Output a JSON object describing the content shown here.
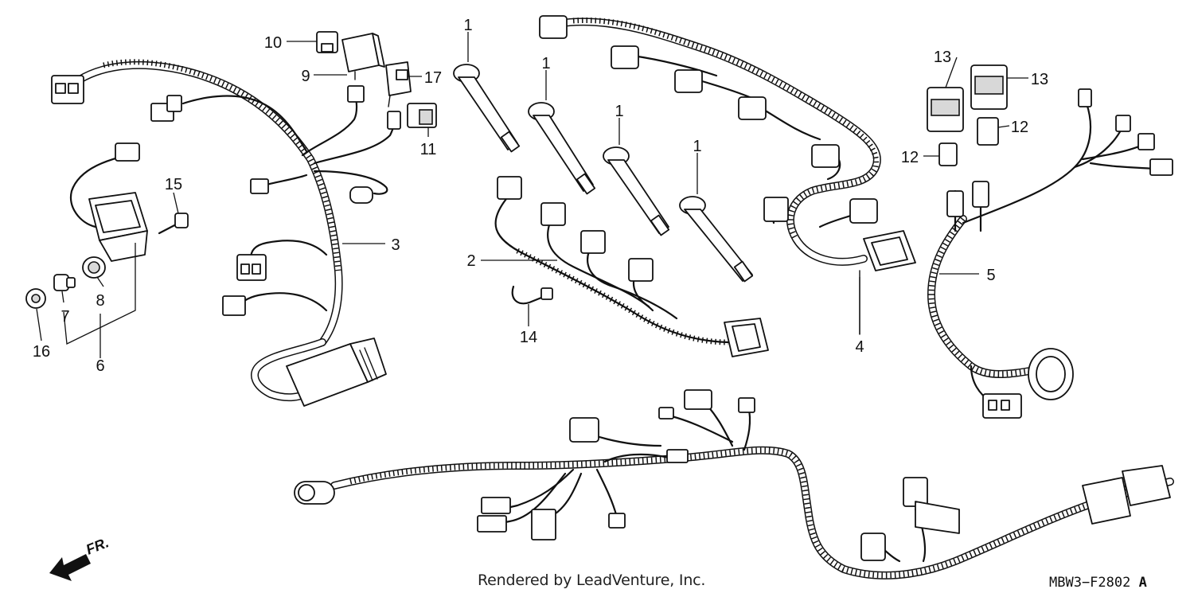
{
  "callouts": [
    {
      "id": "c1a",
      "label": "1"
    },
    {
      "id": "c1b",
      "label": "1"
    },
    {
      "id": "c1c",
      "label": "1"
    },
    {
      "id": "c1d",
      "label": "1"
    },
    {
      "id": "c2",
      "label": "2"
    },
    {
      "id": "c3",
      "label": "3"
    },
    {
      "id": "c4",
      "label": "4"
    },
    {
      "id": "c5",
      "label": "5"
    },
    {
      "id": "c6",
      "label": "6"
    },
    {
      "id": "c7",
      "label": "7"
    },
    {
      "id": "c8",
      "label": "8"
    },
    {
      "id": "c9",
      "label": "9"
    },
    {
      "id": "c10",
      "label": "10"
    },
    {
      "id": "c11",
      "label": "11"
    },
    {
      "id": "c12a",
      "label": "12"
    },
    {
      "id": "c12b",
      "label": "12"
    },
    {
      "id": "c13a",
      "label": "13"
    },
    {
      "id": "c13b",
      "label": "13"
    },
    {
      "id": "c14",
      "label": "14"
    },
    {
      "id": "c15",
      "label": "15"
    },
    {
      "id": "c16",
      "label": "16"
    },
    {
      "id": "c17",
      "label": "17"
    }
  ],
  "direction_label": "FR.",
  "credit": "Rendered by LeadVenture, Inc.",
  "diagram_code": "MBW3−F2802",
  "diagram_suffix": "A"
}
